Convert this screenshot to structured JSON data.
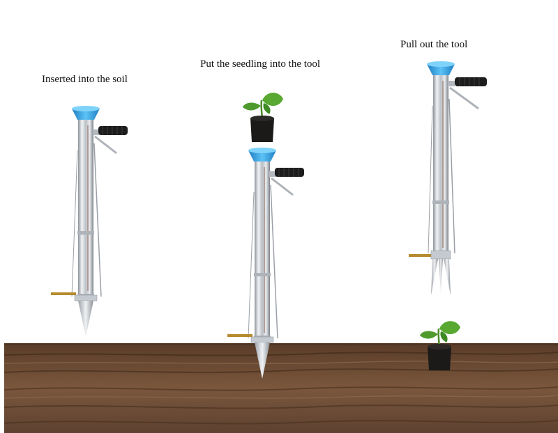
{
  "steps": [
    {
      "caption": "Inserted into the soil"
    },
    {
      "caption": "Put the seedling into the tool"
    },
    {
      "caption": "Pull out the tool"
    }
  ],
  "colors": {
    "funnel": "#3aa6e8",
    "tube": "#c9ced4",
    "handle": "#1d1d1d",
    "soil": "#6b4a33",
    "leaf": "#4f9a2d",
    "plug": "#1b1a18",
    "peg": "#b68a2e"
  }
}
